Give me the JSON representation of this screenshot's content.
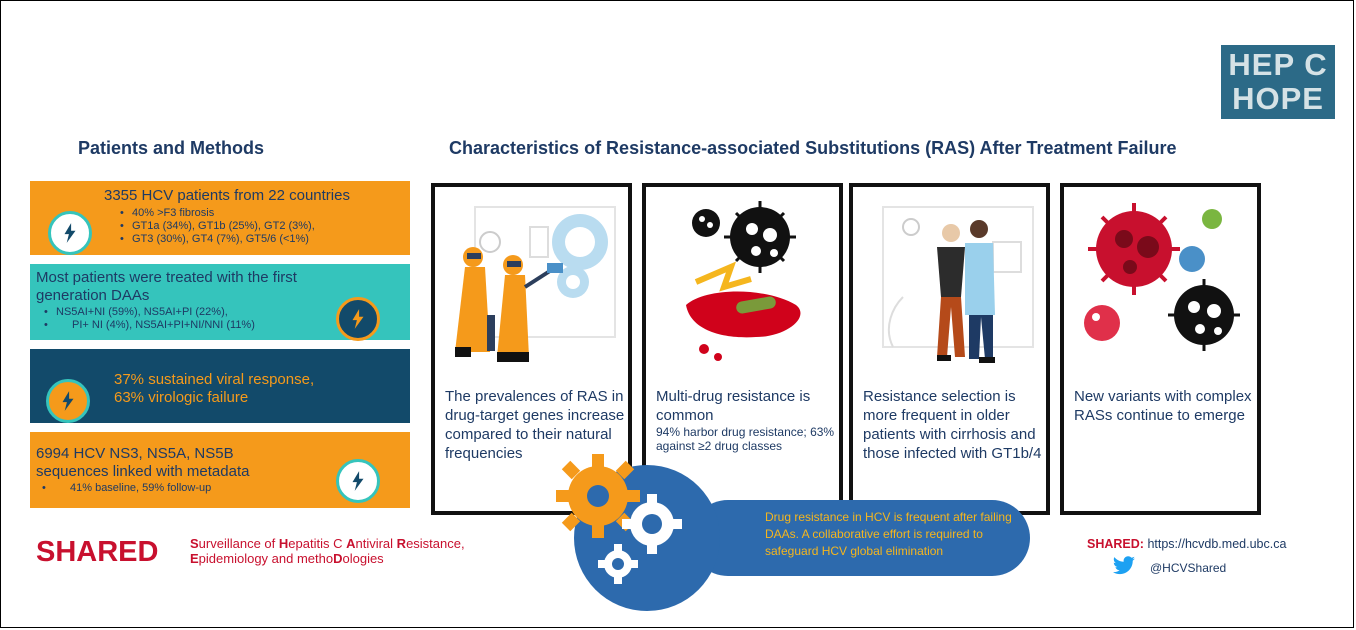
{
  "logo": {
    "line1": "HEP C",
    "line2": "HOPE"
  },
  "left_heading": "Patients and Methods",
  "right_heading": "Characteristics of Resistance-associated Substitutions (RAS) After Treatment Failure",
  "panels": [
    {
      "title": "3355 HCV patients from 22 countries",
      "bullets": [
        "40% >F3 fibrosis",
        "GT1a (34%), GT1b (25%), GT2 (3%),",
        "GT3 (30%), GT4 (7%), GT5/6 (<1%)"
      ]
    },
    {
      "title_line1": "Most patients were treated with the first",
      "title_line2": "generation DAAs",
      "bullets": [
        "NS5AI+NI (59%), NS5AI+PI (22%),",
        "PI+ NI (4%), NS5AI+PI+NI/NNI (11%)"
      ]
    },
    {
      "line1": "37% sustained viral response,",
      "line2": "63%  virologic failure"
    },
    {
      "title_line1": "6994 HCV NS3, NS5A, NS5B",
      "title_line2": "sequences linked with metadata",
      "bullets": [
        "41% baseline, 59% follow-up"
      ]
    }
  ],
  "cards": [
    {
      "text": "The prevalences of RAS in drug-target genes increase compared to their natural frequencies"
    },
    {
      "text": "Multi-drug resistance is common",
      "sub": "94% harbor drug resistance; 63% against ≥2 drug classes"
    },
    {
      "text": "Resistance selection is more frequent in older patients with cirrhosis and those infected with GT1b/4"
    },
    {
      "text": "New variants with complex RASs continue to emerge"
    }
  ],
  "footer": {
    "shared_big": "SHARED",
    "desc_line1": [
      [
        "S",
        "urveillance of "
      ],
      [
        "H",
        "epatitis C "
      ],
      [
        "A",
        "ntiviral "
      ],
      [
        "R",
        "esistance,"
      ]
    ],
    "desc_line2": [
      [
        "E",
        "pidemiology and metho"
      ],
      [
        "D",
        "ologies"
      ]
    ],
    "pill_text": "Drug resistance in HCV is frequent after failing DAAs.  A collaborative effort is required to safeguard HCV global elimination",
    "site_label": "SHARED:",
    "site_url": "https://hcvdb.med.ubc.ca",
    "twitter": "@HCVShared"
  },
  "colors": {
    "orange": "#f59a1b",
    "teal": "#35c4bc",
    "navy": "#124a6a",
    "red": "#c8102e",
    "blue": "#2d6aad",
    "heading": "#1e3a64"
  },
  "icons": [
    "lightning-bolt-icon",
    "gear-icon",
    "twitter-bird-icon",
    "virus-icon"
  ]
}
